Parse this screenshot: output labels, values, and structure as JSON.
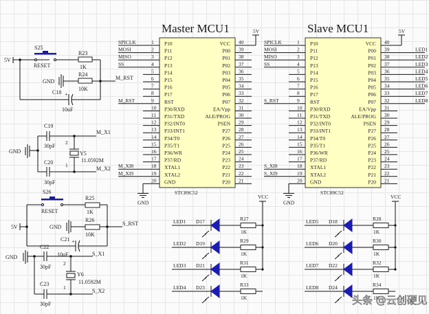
{
  "master": {
    "title": "Master MCU1",
    "part": "STC89C52",
    "vcc_net": "5V",
    "gnd_label": "GND",
    "left_pins": [
      {
        "num": "1",
        "name": "P10",
        "net": "SPICLK"
      },
      {
        "num": "2",
        "name": "P11",
        "net": "MOSI"
      },
      {
        "num": "3",
        "name": "P12",
        "net": "MISO"
      },
      {
        "num": "4",
        "name": "P13",
        "net": "SS"
      },
      {
        "num": "5",
        "name": "P14",
        "net": ""
      },
      {
        "num": "6",
        "name": "P15",
        "net": ""
      },
      {
        "num": "7",
        "name": "P16",
        "net": ""
      },
      {
        "num": "8",
        "name": "P17",
        "net": ""
      },
      {
        "num": "9",
        "name": "RST",
        "net": "M_RST"
      },
      {
        "num": "10",
        "name": "P30/RXD",
        "net": ""
      },
      {
        "num": "11",
        "name": "P31/TXD",
        "net": ""
      },
      {
        "num": "12",
        "name": "P32/INT0",
        "net": ""
      },
      {
        "num": "13",
        "name": "P33/INT1",
        "net": ""
      },
      {
        "num": "14",
        "name": "P34/T0",
        "net": ""
      },
      {
        "num": "15",
        "name": "P35/T1",
        "net": ""
      },
      {
        "num": "16",
        "name": "P36/WR",
        "net": ""
      },
      {
        "num": "17",
        "name": "P37/RD",
        "net": ""
      },
      {
        "num": "18",
        "name": "XTAL1",
        "net": "M_XI8"
      },
      {
        "num": "19",
        "name": "XTAL2",
        "net": "M_XI9"
      },
      {
        "num": "20",
        "name": "GND",
        "net": ""
      }
    ],
    "right_pins": [
      {
        "num": "40",
        "name": "VCC",
        "net": ""
      },
      {
        "num": "39",
        "name": "P00",
        "net": ""
      },
      {
        "num": "38",
        "name": "P01",
        "net": ""
      },
      {
        "num": "37",
        "name": "P02",
        "net": ""
      },
      {
        "num": "36",
        "name": "P03",
        "net": ""
      },
      {
        "num": "35",
        "name": "P04",
        "net": ""
      },
      {
        "num": "34",
        "name": "P05",
        "net": ""
      },
      {
        "num": "33",
        "name": "P06",
        "net": ""
      },
      {
        "num": "32",
        "name": "P07",
        "net": ""
      },
      {
        "num": "31",
        "name": "EA/Vpp",
        "net": ""
      },
      {
        "num": "30",
        "name": "ALE/PROG",
        "net": ""
      },
      {
        "num": "29",
        "name": "PSEN",
        "net": ""
      },
      {
        "num": "28",
        "name": "P27",
        "net": ""
      },
      {
        "num": "27",
        "name": "P26",
        "net": ""
      },
      {
        "num": "26",
        "name": "P25",
        "net": ""
      },
      {
        "num": "25",
        "name": "P24",
        "net": ""
      },
      {
        "num": "24",
        "name": "P23",
        "net": ""
      },
      {
        "num": "23",
        "name": "P22",
        "net": ""
      },
      {
        "num": "22",
        "name": "P21",
        "net": ""
      },
      {
        "num": "21",
        "name": "P20",
        "net": ""
      }
    ]
  },
  "slave": {
    "title": "Slave MCU1",
    "part": "STC89C52",
    "vcc_net": "5V",
    "gnd_label": "GND",
    "left_pins": [
      {
        "num": "1",
        "name": "P10",
        "net": "SPICLK"
      },
      {
        "num": "2",
        "name": "P11",
        "net": "MOSI"
      },
      {
        "num": "3",
        "name": "P12",
        "net": "MISO"
      },
      {
        "num": "4",
        "name": "P13",
        "net": "SS"
      },
      {
        "num": "5",
        "name": "P14",
        "net": ""
      },
      {
        "num": "6",
        "name": "P15",
        "net": ""
      },
      {
        "num": "7",
        "name": "P16",
        "net": ""
      },
      {
        "num": "8",
        "name": "P17",
        "net": ""
      },
      {
        "num": "9",
        "name": "RST",
        "net": "S_RST"
      },
      {
        "num": "10",
        "name": "P30/RXD",
        "net": ""
      },
      {
        "num": "11",
        "name": "P31/TXD",
        "net": ""
      },
      {
        "num": "12",
        "name": "P32/INT0",
        "net": ""
      },
      {
        "num": "13",
        "name": "P33/INT1",
        "net": ""
      },
      {
        "num": "14",
        "name": "P34/T0",
        "net": ""
      },
      {
        "num": "15",
        "name": "P35/T1",
        "net": ""
      },
      {
        "num": "16",
        "name": "P36/WR",
        "net": ""
      },
      {
        "num": "17",
        "name": "P37/RD",
        "net": ""
      },
      {
        "num": "18",
        "name": "XTAL1",
        "net": "S_XI8"
      },
      {
        "num": "19",
        "name": "XTAL2",
        "net": "S_XI9"
      },
      {
        "num": "20",
        "name": "GND",
        "net": ""
      }
    ],
    "right_pins": [
      {
        "num": "40",
        "name": "VCC",
        "net": ""
      },
      {
        "num": "39",
        "name": "P00",
        "net": "LED1"
      },
      {
        "num": "38",
        "name": "P01",
        "net": "LED2"
      },
      {
        "num": "37",
        "name": "P02",
        "net": "LED3"
      },
      {
        "num": "36",
        "name": "P03",
        "net": "LED4"
      },
      {
        "num": "35",
        "name": "P04",
        "net": "LED5"
      },
      {
        "num": "34",
        "name": "P05",
        "net": "LED6"
      },
      {
        "num": "33",
        "name": "P06",
        "net": "LED7"
      },
      {
        "num": "32",
        "name": "P07",
        "net": "LED8"
      },
      {
        "num": "31",
        "name": "EA/Vpp",
        "net": ""
      },
      {
        "num": "30",
        "name": "ALE/PROG",
        "net": ""
      },
      {
        "num": "29",
        "name": "PSEN",
        "net": ""
      },
      {
        "num": "28",
        "name": "P27",
        "net": ""
      },
      {
        "num": "27",
        "name": "P26",
        "net": ""
      },
      {
        "num": "26",
        "name": "P25",
        "net": ""
      },
      {
        "num": "25",
        "name": "P24",
        "net": ""
      },
      {
        "num": "24",
        "name": "P23",
        "net": ""
      },
      {
        "num": "23",
        "name": "P22",
        "net": ""
      },
      {
        "num": "22",
        "name": "P21",
        "net": ""
      },
      {
        "num": "21",
        "name": "P20",
        "net": ""
      }
    ]
  },
  "master_reset": {
    "supply": "5V",
    "switch": "S25",
    "switch_label": "RESET",
    "r_top": "R23",
    "r_top_val": "1K",
    "r_bot": "R24",
    "r_bot_val": "10K",
    "gnd": "GND",
    "cap": "C18",
    "cap_val": "10uF",
    "net": "M_RST",
    "plus": "+"
  },
  "master_xtal": {
    "gnd": "GND",
    "c_top": "C19",
    "c_top_val": "30pF",
    "c_bot": "C20",
    "c_bot_val": "30pF",
    "crystal": "Y5",
    "crystal_val": "11.0592M",
    "pin2": "2",
    "pin1": "1",
    "net_top": "M_X1",
    "net_bot": "M_X2"
  },
  "slave_reset": {
    "supply": "5V",
    "switch": "S26",
    "switch_label": "RESET",
    "r_top": "R25",
    "r_top_val": "1K",
    "r_bot": "R26",
    "r_bot_val": "10K",
    "gnd": "GND",
    "cap": "C21",
    "cap_val": "10uF",
    "net": "S_RST",
    "plus": "+"
  },
  "slave_xtal": {
    "gnd": "GND",
    "c_top": "C22",
    "c_top_val": "30pF",
    "c_bot": "C23",
    "c_bot_val": "30pF",
    "crystal": "Y6",
    "crystal_val": "11.0592M",
    "pin2": "2",
    "pin1": "1",
    "net_top": "S_X1",
    "net_bot": "S_X2"
  },
  "led_bank_1": {
    "vcc": "VCC",
    "rows": [
      {
        "net": "LED1",
        "diode": "D17",
        "res": "R27",
        "val": "1K"
      },
      {
        "net": "LED2",
        "diode": "D19",
        "res": "R29",
        "val": "1K"
      },
      {
        "net": "LED3",
        "diode": "D21",
        "res": "R31",
        "val": "1K"
      },
      {
        "net": "LED4",
        "diode": "D23",
        "res": "R33",
        "val": "1K"
      }
    ]
  },
  "led_bank_2": {
    "vcc": "VCC",
    "rows": [
      {
        "net": "LED5",
        "diode": "D18",
        "res": "R28",
        "val": "1K"
      },
      {
        "net": "LED6",
        "diode": "D20",
        "res": "R30",
        "val": "1K"
      },
      {
        "net": "LED7",
        "diode": "D22",
        "res": "R32",
        "val": "1K"
      },
      {
        "net": "LED8",
        "diode": "D24",
        "res": "R34",
        "val": "1K"
      }
    ]
  },
  "watermark": "头条 @云创硬见"
}
